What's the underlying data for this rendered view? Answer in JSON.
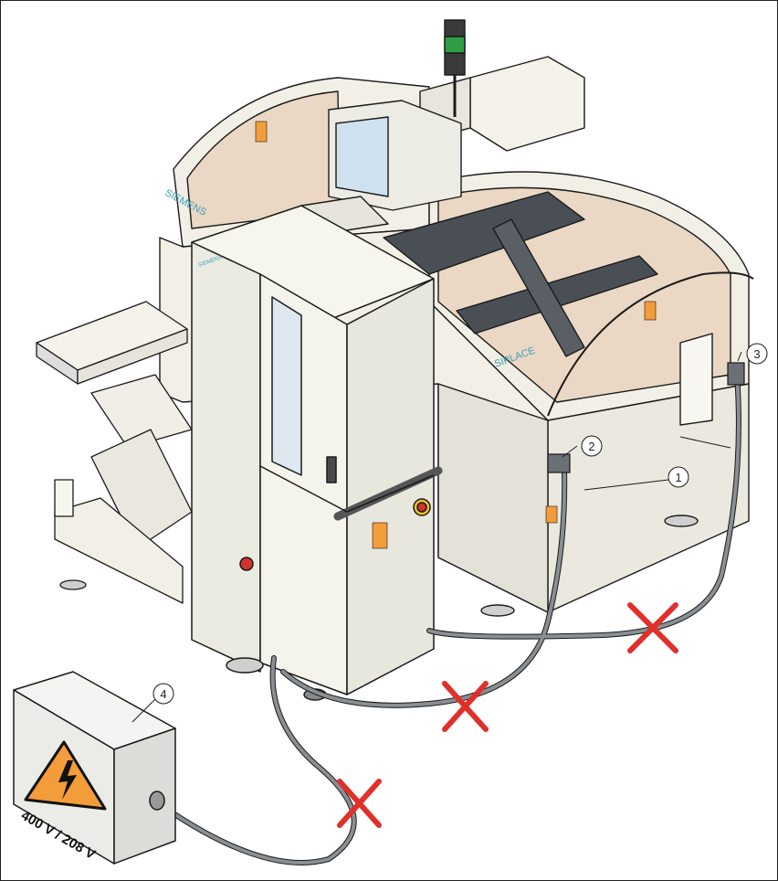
{
  "labels": {
    "brand_side": "SIEMENS",
    "brand_front": "SIPLACE",
    "brand_cabinet": "SIEMENS",
    "voltage": "400 V / 208 V"
  },
  "callouts": [
    "1",
    "2",
    "3",
    "4"
  ],
  "colors": {
    "body": "#f2f0e6",
    "outline": "#1a1a1a",
    "warning_orange": "#f39c3a",
    "cross_red": "#e0302a",
    "cable": "#8a8f94",
    "brand_teal": "#3aa0b8",
    "signal_green": "#2f9e44"
  },
  "icons": {
    "warning": "electric-warning-triangle-icon",
    "prohibited": "red-cross-icon"
  }
}
